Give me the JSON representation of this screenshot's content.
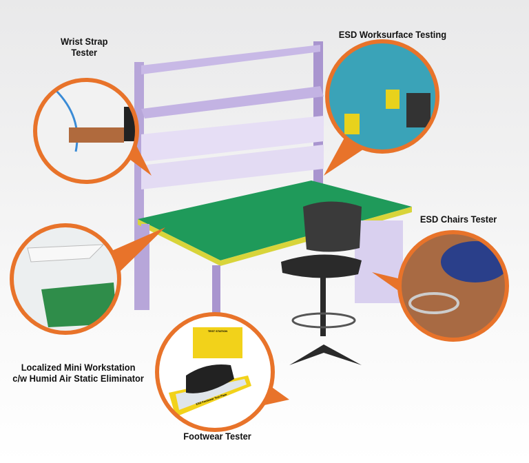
{
  "colors": {
    "accent": "#e8732a",
    "frame": "#b7a6d9",
    "worksurface": "#1f9a5a",
    "edge": "#d8d43a"
  },
  "callouts": {
    "wrist_strap": {
      "line1": "Wrist Strap",
      "line2": "Tester"
    },
    "worksurface": {
      "label": "ESD Worksurface Testing"
    },
    "chairs": {
      "label": "ESD Chairs Tester"
    },
    "mini_workstation": {
      "line1": "Localized Mini Workstation",
      "line2": "c/w Humid Air Static Eliminator"
    },
    "footwear": {
      "label": "Footwear Tester",
      "station_sign": "TEST STATION",
      "plate_label": "ESD Footwear Test Plate"
    }
  }
}
